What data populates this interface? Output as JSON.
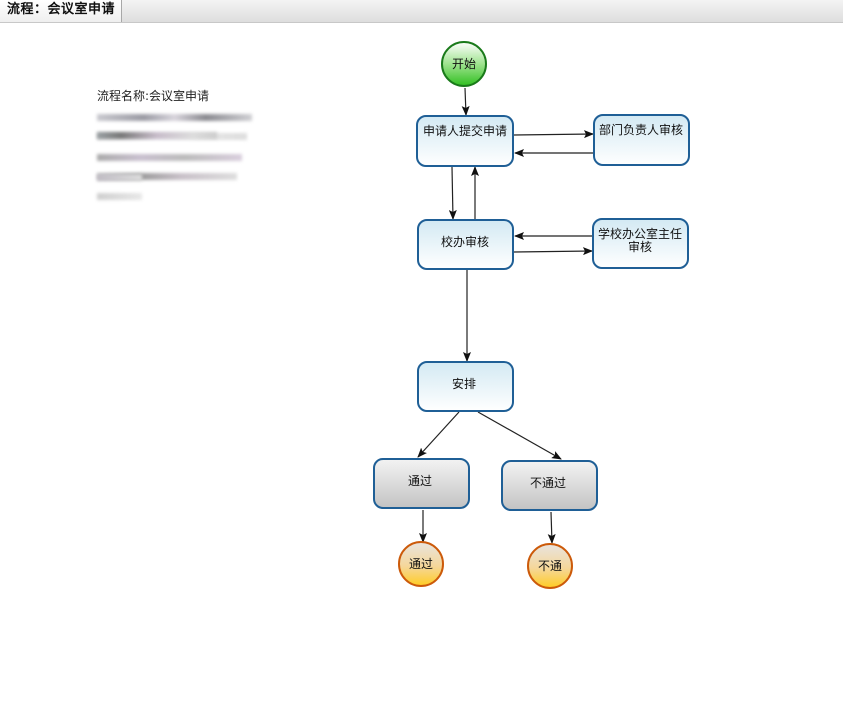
{
  "tab": {
    "title": "流程：会议室申请"
  },
  "info": {
    "process_name_label": "流程名称:会议室申请"
  },
  "diagram": {
    "nodes": {
      "start": {
        "label": "开始",
        "type": "start"
      },
      "submit": {
        "label": "申请人提交申请",
        "type": "task"
      },
      "dept_review": {
        "label": "部门负责人审核",
        "type": "task"
      },
      "office_review": {
        "label": "校办审核",
        "type": "task"
      },
      "director_review": {
        "label_line1": "学校办公室主任",
        "label_line2": "审核",
        "type": "task"
      },
      "arrange": {
        "label": "安排",
        "type": "task"
      },
      "pass": {
        "label": "通过",
        "type": "decision"
      },
      "reject": {
        "label": "不通过",
        "type": "decision"
      },
      "end_pass": {
        "label": "通过",
        "type": "end"
      },
      "end_reject": {
        "label": "不通",
        "type": "end"
      }
    },
    "edges": [
      {
        "from": "start",
        "to": "submit"
      },
      {
        "from": "submit",
        "to": "dept_review"
      },
      {
        "from": "dept_review",
        "to": "submit"
      },
      {
        "from": "submit",
        "to": "office_review"
      },
      {
        "from": "office_review",
        "to": "submit"
      },
      {
        "from": "director_review",
        "to": "office_review"
      },
      {
        "from": "office_review",
        "to": "director_review"
      },
      {
        "from": "office_review",
        "to": "arrange"
      },
      {
        "from": "arrange",
        "to": "pass"
      },
      {
        "from": "arrange",
        "to": "reject"
      },
      {
        "from": "pass",
        "to": "end_pass"
      },
      {
        "from": "reject",
        "to": "end_reject"
      }
    ]
  }
}
